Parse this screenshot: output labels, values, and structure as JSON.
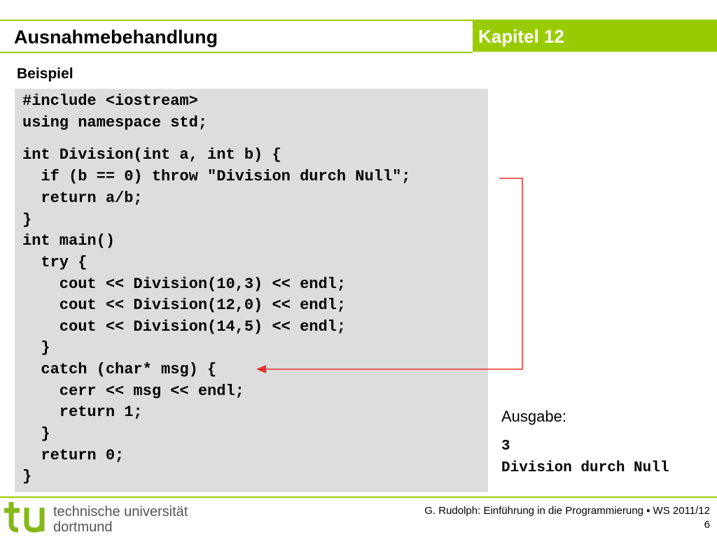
{
  "colors": {
    "accent_green": "#99cc00",
    "code_background": "#dddddd",
    "arrow_red": "#e8302a",
    "logo_green": "#84b819"
  },
  "header": {
    "title": "Ausnahmebehandlung",
    "chapter": "Kapitel 12"
  },
  "section": {
    "title": "Beispiel"
  },
  "code": {
    "lines": [
      "#include <iostream>",
      "using namespace std;",
      "int Division(int a, int b) {",
      "  if (b == 0) throw \"Division durch Null\";",
      "  return a/b;",
      "}",
      "int main()",
      "  try {",
      "    cout << Division(10,3) << endl;",
      "    cout << Division(12,0) << endl;",
      "    cout << Division(14,5) << endl;",
      "  }",
      "  catch (char* msg) {",
      "    cerr << msg << endl;",
      "    return 1;",
      "  }",
      "  return 0;",
      "}"
    ]
  },
  "output": {
    "label": "Ausgabe:",
    "lines": [
      "3",
      "Division durch Null"
    ]
  },
  "footer": {
    "logo_line1": "technische universität",
    "logo_line2": "dortmund",
    "credit": "G. Rudolph: Einführung in die Programmierung ▪ WS 2011/12",
    "page": "6"
  }
}
